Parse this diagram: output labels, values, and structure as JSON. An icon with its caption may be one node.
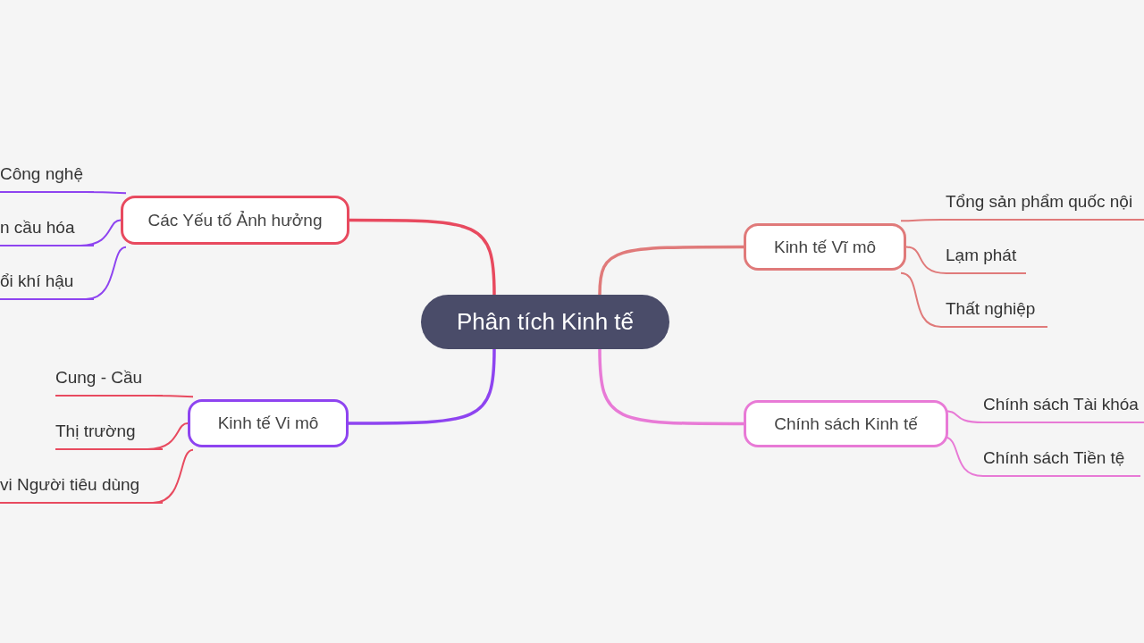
{
  "diagram": {
    "nodes": [
      {
        "text": [
          "Phân tích Kinh tế"
        ]
      },
      {
        "text": [
          "Các Yếu tố Ảnh hưởng"
        ]
      },
      {
        "text": [
          "Công nghệ"
        ]
      },
      {
        "text": [
          "n cầu hóa"
        ]
      },
      {
        "text": [
          "ổi khí hậu"
        ]
      },
      {
        "text": [
          "Kinh tế Vi mô"
        ]
      },
      {
        "text": [
          "Cung - Cầu"
        ]
      },
      {
        "text": [
          "Thị trường"
        ]
      },
      {
        "text": [
          "vi Người tiêu dùng"
        ]
      },
      {
        "text": [
          "Kinh tế Vĩ mô"
        ]
      },
      {
        "text": [
          "Tổng sản phẩm quốc nội"
        ]
      },
      {
        "text": [
          "Lạm phát"
        ]
      },
      {
        "text": [
          "Thất nghiệp"
        ]
      },
      {
        "text": [
          "Chính sách Kinh tế"
        ]
      },
      {
        "text": [
          "Chính sách Tài khóa"
        ]
      },
      {
        "text": [
          "Chính sách Tiền tệ"
        ]
      }
    ],
    "edges": [
      {
        "from": 0,
        "to": 1,
        "arrow": "none",
        "color": "#e84a5f"
      },
      {
        "from": 1,
        "to": 2,
        "arrow": "none",
        "color": "#8e44f0"
      },
      {
        "from": 1,
        "to": 3,
        "arrow": "none",
        "color": "#8e44f0"
      },
      {
        "from": 1,
        "to": 4,
        "arrow": "none",
        "color": "#8e44f0"
      },
      {
        "from": 0,
        "to": 5,
        "arrow": "none",
        "color": "#8e44f0"
      },
      {
        "from": 5,
        "to": 6,
        "arrow": "none",
        "color": "#e84a5f"
      },
      {
        "from": 5,
        "to": 7,
        "arrow": "none",
        "color": "#e84a5f"
      },
      {
        "from": 5,
        "to": 8,
        "arrow": "none",
        "color": "#e84a5f"
      },
      {
        "from": 0,
        "to": 9,
        "arrow": "none",
        "color": "#e07a7a"
      },
      {
        "from": 9,
        "to": 10,
        "arrow": "none",
        "color": "#e07a7a"
      },
      {
        "from": 9,
        "to": 11,
        "arrow": "none",
        "color": "#e07a7a"
      },
      {
        "from": 9,
        "to": 12,
        "arrow": "none",
        "color": "#e07a7a"
      },
      {
        "from": 0,
        "to": 13,
        "arrow": "none",
        "color": "#e87ad6"
      },
      {
        "from": 13,
        "to": 14,
        "arrow": "none",
        "color": "#e87ad6"
      },
      {
        "from": 13,
        "to": 15,
        "arrow": "none",
        "color": "#e87ad6"
      }
    ]
  }
}
